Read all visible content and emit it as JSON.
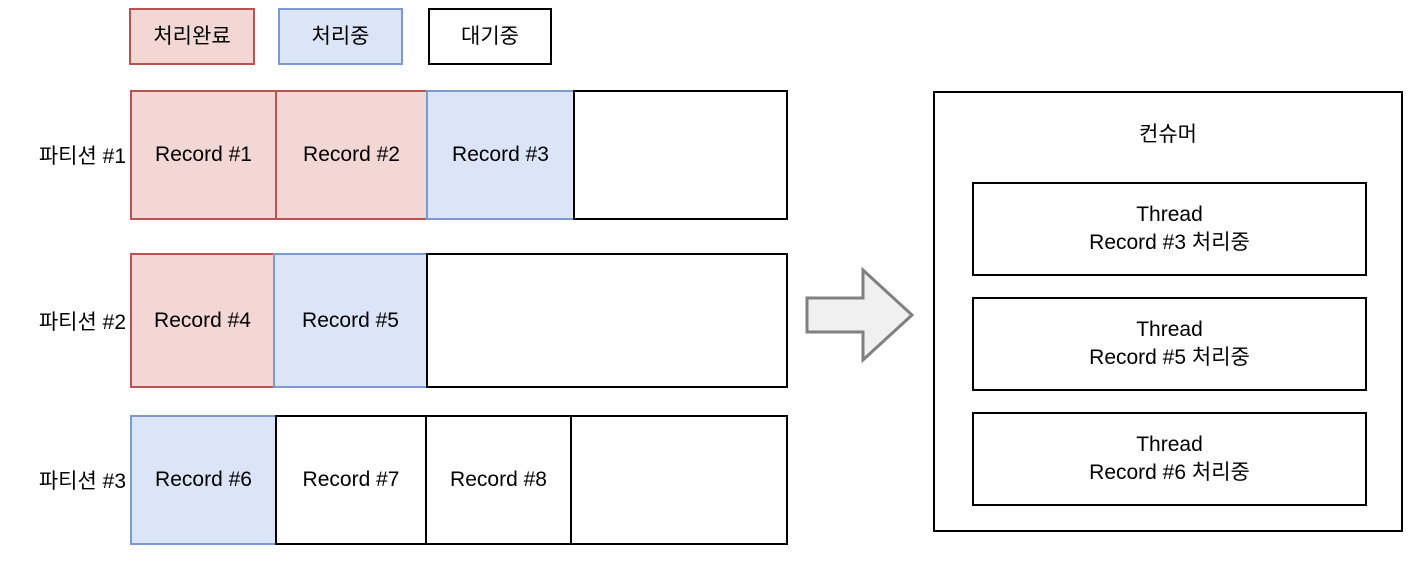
{
  "legend": {
    "items": [
      {
        "label": "처리완료",
        "state": "done",
        "fill": "#f2d7d4",
        "stroke": "#b85450"
      },
      {
        "label": "처리중",
        "state": "doing",
        "fill": "#dce5f7",
        "stroke": "#7b9ad4"
      },
      {
        "label": "대기중",
        "state": "wait",
        "fill": "#ffffff",
        "stroke": "#000000"
      }
    ]
  },
  "partitions": [
    {
      "label": "파티션 #1",
      "cells": [
        {
          "label": "Record #1",
          "state": "done"
        },
        {
          "label": "Record #2",
          "state": "done"
        },
        {
          "label": "Record #3",
          "state": "doing"
        },
        {
          "label": "",
          "state": "wait"
        }
      ]
    },
    {
      "label": "파티션 #2",
      "cells": [
        {
          "label": "Record #4",
          "state": "done"
        },
        {
          "label": "Record #5",
          "state": "doing"
        },
        {
          "label": "",
          "state": "wait"
        }
      ]
    },
    {
      "label": "파티션 #3",
      "cells": [
        {
          "label": "Record #6",
          "state": "doing"
        },
        {
          "label": "Record #7",
          "state": "wait"
        },
        {
          "label": "Record #8",
          "state": "wait"
        },
        {
          "label": "",
          "state": "wait"
        }
      ]
    }
  ],
  "arrow": {
    "name": "right-block-arrow",
    "fill": "#f0f0f0",
    "stroke": "#808080"
  },
  "consumer": {
    "title": "컨슈머",
    "threads": [
      {
        "line1": "Thread",
        "line2": "Record #3 처리중"
      },
      {
        "line1": "Thread",
        "line2": "Record #5 처리중"
      },
      {
        "line1": "Thread",
        "line2": "Record #6 처리중"
      }
    ]
  }
}
